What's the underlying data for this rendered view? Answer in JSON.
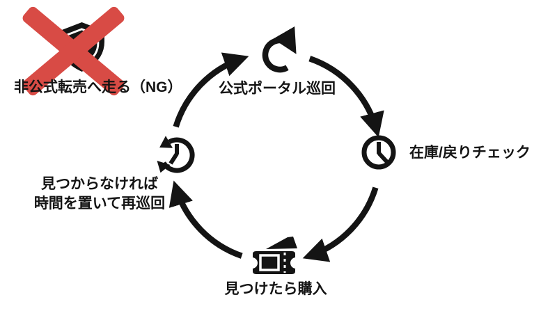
{
  "colors": {
    "ink": "#141414",
    "ng_red": "#d84b45",
    "background": "#ffffff"
  },
  "ng_callout": {
    "label": "非公式転売へ走る（NG）",
    "icon": "shield-crossed-out"
  },
  "cycle": {
    "direction": "clockwise",
    "top": {
      "label": "公式ポータル巡回",
      "icon": "refresh-icon"
    },
    "right": {
      "label": "在庫/戻りチェック",
      "icon": "clock-icon"
    },
    "bottom": {
      "label": "見つけたら購入",
      "icon": "ticket-icon"
    },
    "left": {
      "line1": "見つからなければ",
      "line2": "時間を置いて再巡回",
      "icon": "history-clock-icon"
    }
  }
}
